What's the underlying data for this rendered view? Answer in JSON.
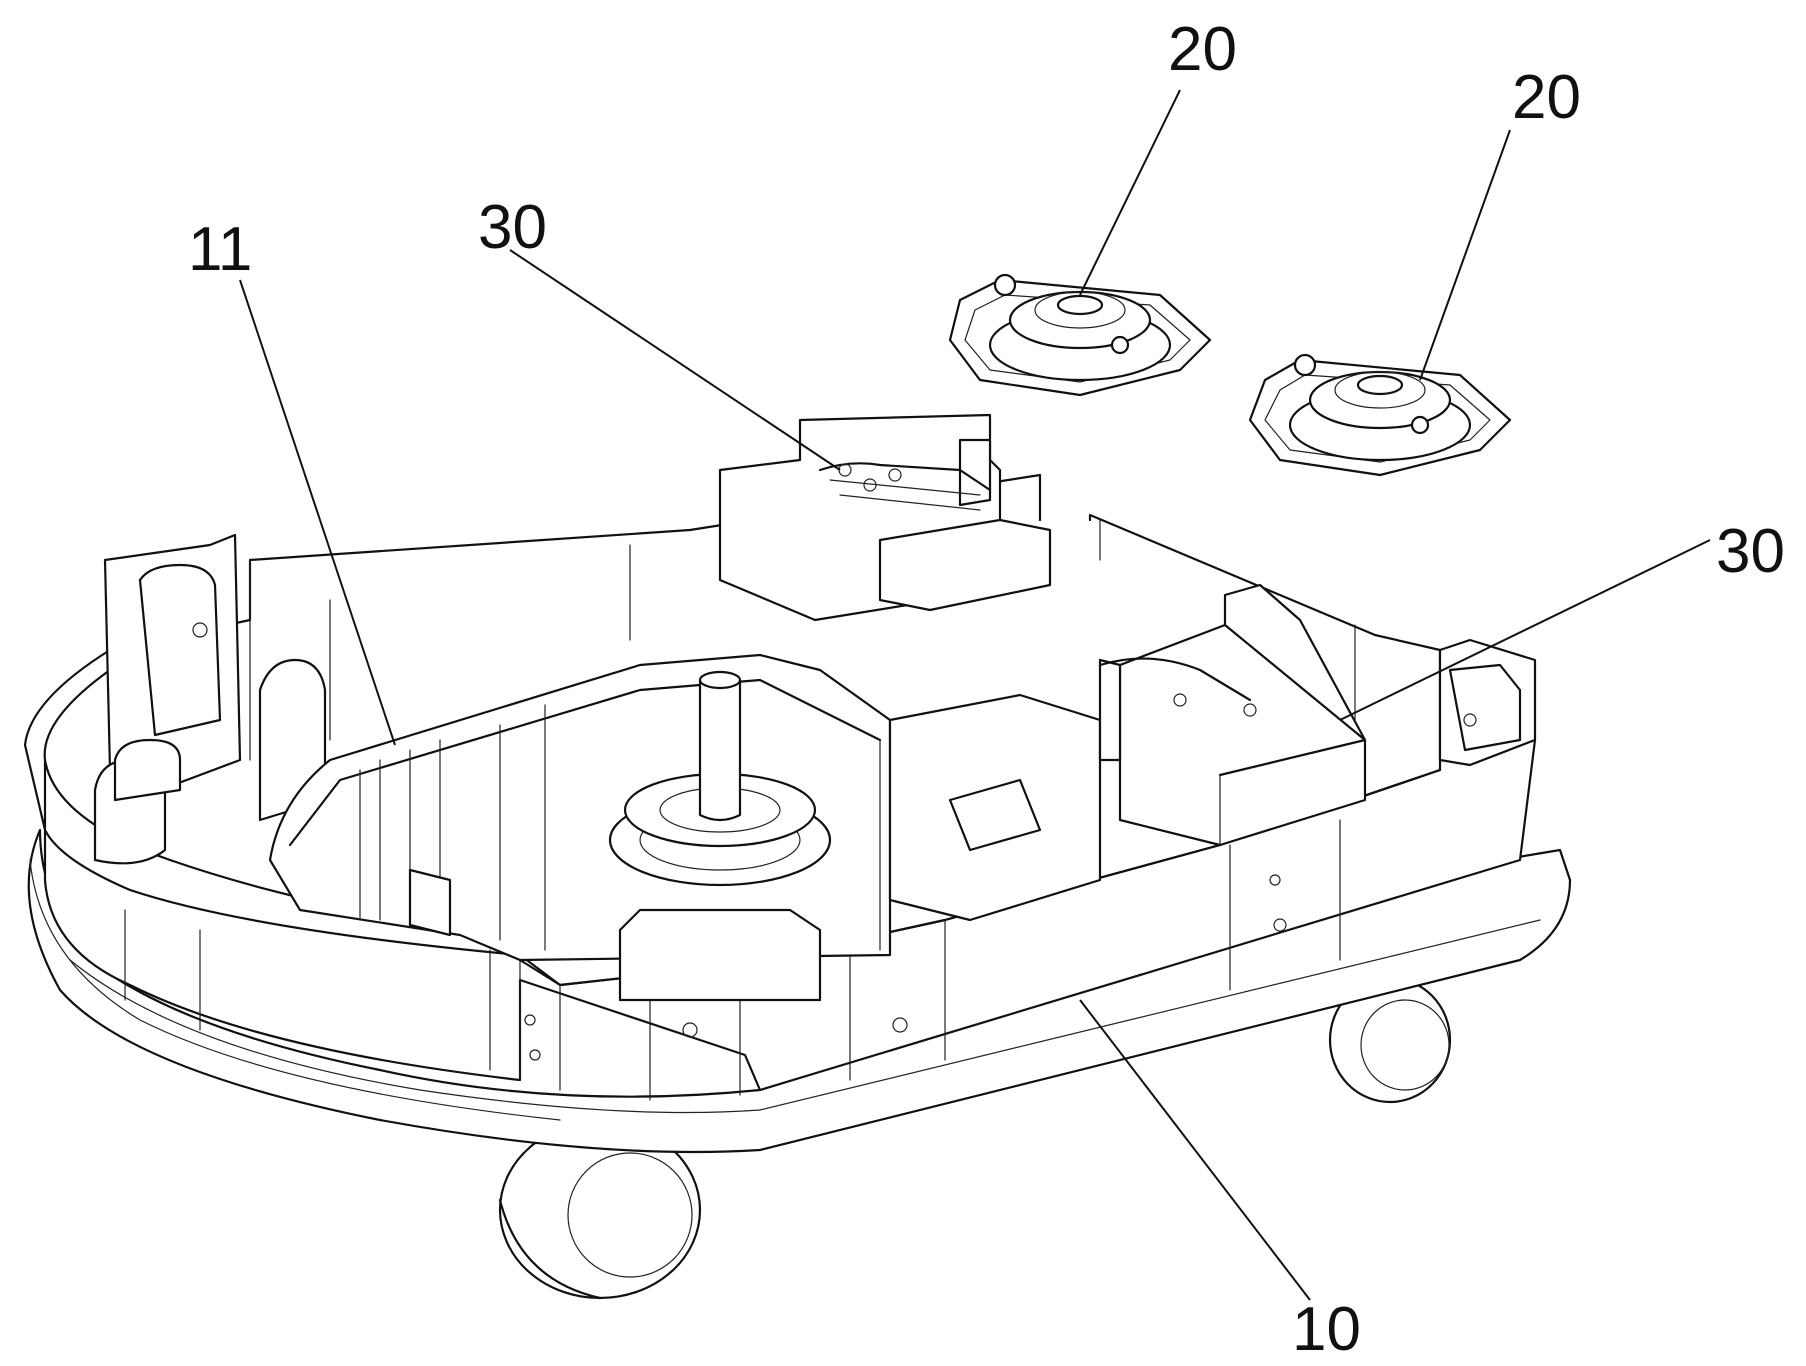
{
  "labels": {
    "base": "10",
    "inner_wall": "11",
    "mount_left": "20",
    "mount_right": "20",
    "bracket_top": "30",
    "bracket_right": "30"
  },
  "colors": {
    "line": "#111111",
    "background": "#ffffff"
  }
}
